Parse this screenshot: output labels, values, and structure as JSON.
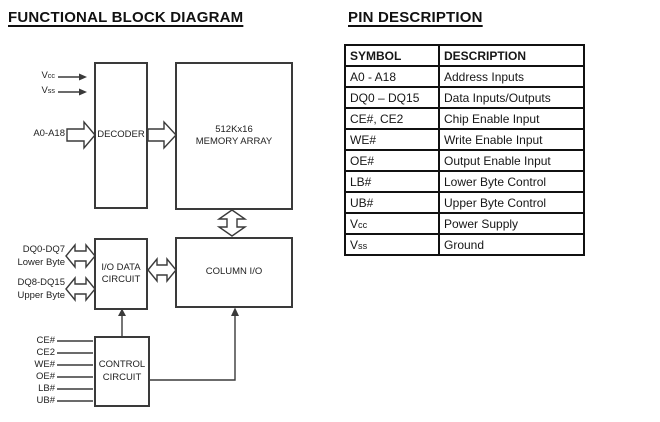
{
  "page": {
    "left_heading": "FUNCTIONAL BLOCK DIAGRAM",
    "right_heading": "PIN DESCRIPTION"
  },
  "diagram": {
    "blocks": {
      "decoder": "DECODER",
      "memory_array": "512Kx16\nMEMORY ARRAY",
      "io_data_circuit": "I/O DATA\nCIRCUIT",
      "column_io": "COLUMN I/O",
      "control_circuit": "CONTROL\nCIRCUIT"
    },
    "signals": {
      "vcc_base": "V",
      "vcc_sub": "cc",
      "vss_base": "V",
      "vss_sub": "ss",
      "address": "A0-A18",
      "dq_lower": "DQ0-DQ7\nLower Byte",
      "dq_upper": "DQ8-DQ15\nUpper Byte",
      "control_inputs": [
        "CE#",
        "CE2",
        "WE#",
        "OE#",
        "LB#",
        "UB#"
      ]
    }
  },
  "pin_table": {
    "headers": [
      "SYMBOL",
      "DESCRIPTION"
    ],
    "rows": [
      {
        "sym": "A0 - A18",
        "sub": "",
        "desc": "Address Inputs"
      },
      {
        "sym": "DQ0 – DQ15",
        "sub": "",
        "desc": "Data Inputs/Outputs"
      },
      {
        "sym": "CE#, CE2",
        "sub": "",
        "desc": "Chip Enable Input"
      },
      {
        "sym": "WE#",
        "sub": "",
        "desc": "Write Enable Input"
      },
      {
        "sym": "OE#",
        "sub": "",
        "desc": "Output Enable Input"
      },
      {
        "sym": "LB#",
        "sub": "",
        "desc": "Lower Byte Control"
      },
      {
        "sym": "UB#",
        "sub": "",
        "desc": "Upper Byte Control"
      },
      {
        "sym": "V",
        "sub": "cc",
        "desc": "Power Supply"
      },
      {
        "sym": "V",
        "sub": "ss",
        "desc": "Ground"
      }
    ]
  },
  "colors": {
    "ink": "#1c1c1c",
    "line": "#3a3a3a",
    "table_border": "#111111",
    "background": "#ffffff"
  }
}
